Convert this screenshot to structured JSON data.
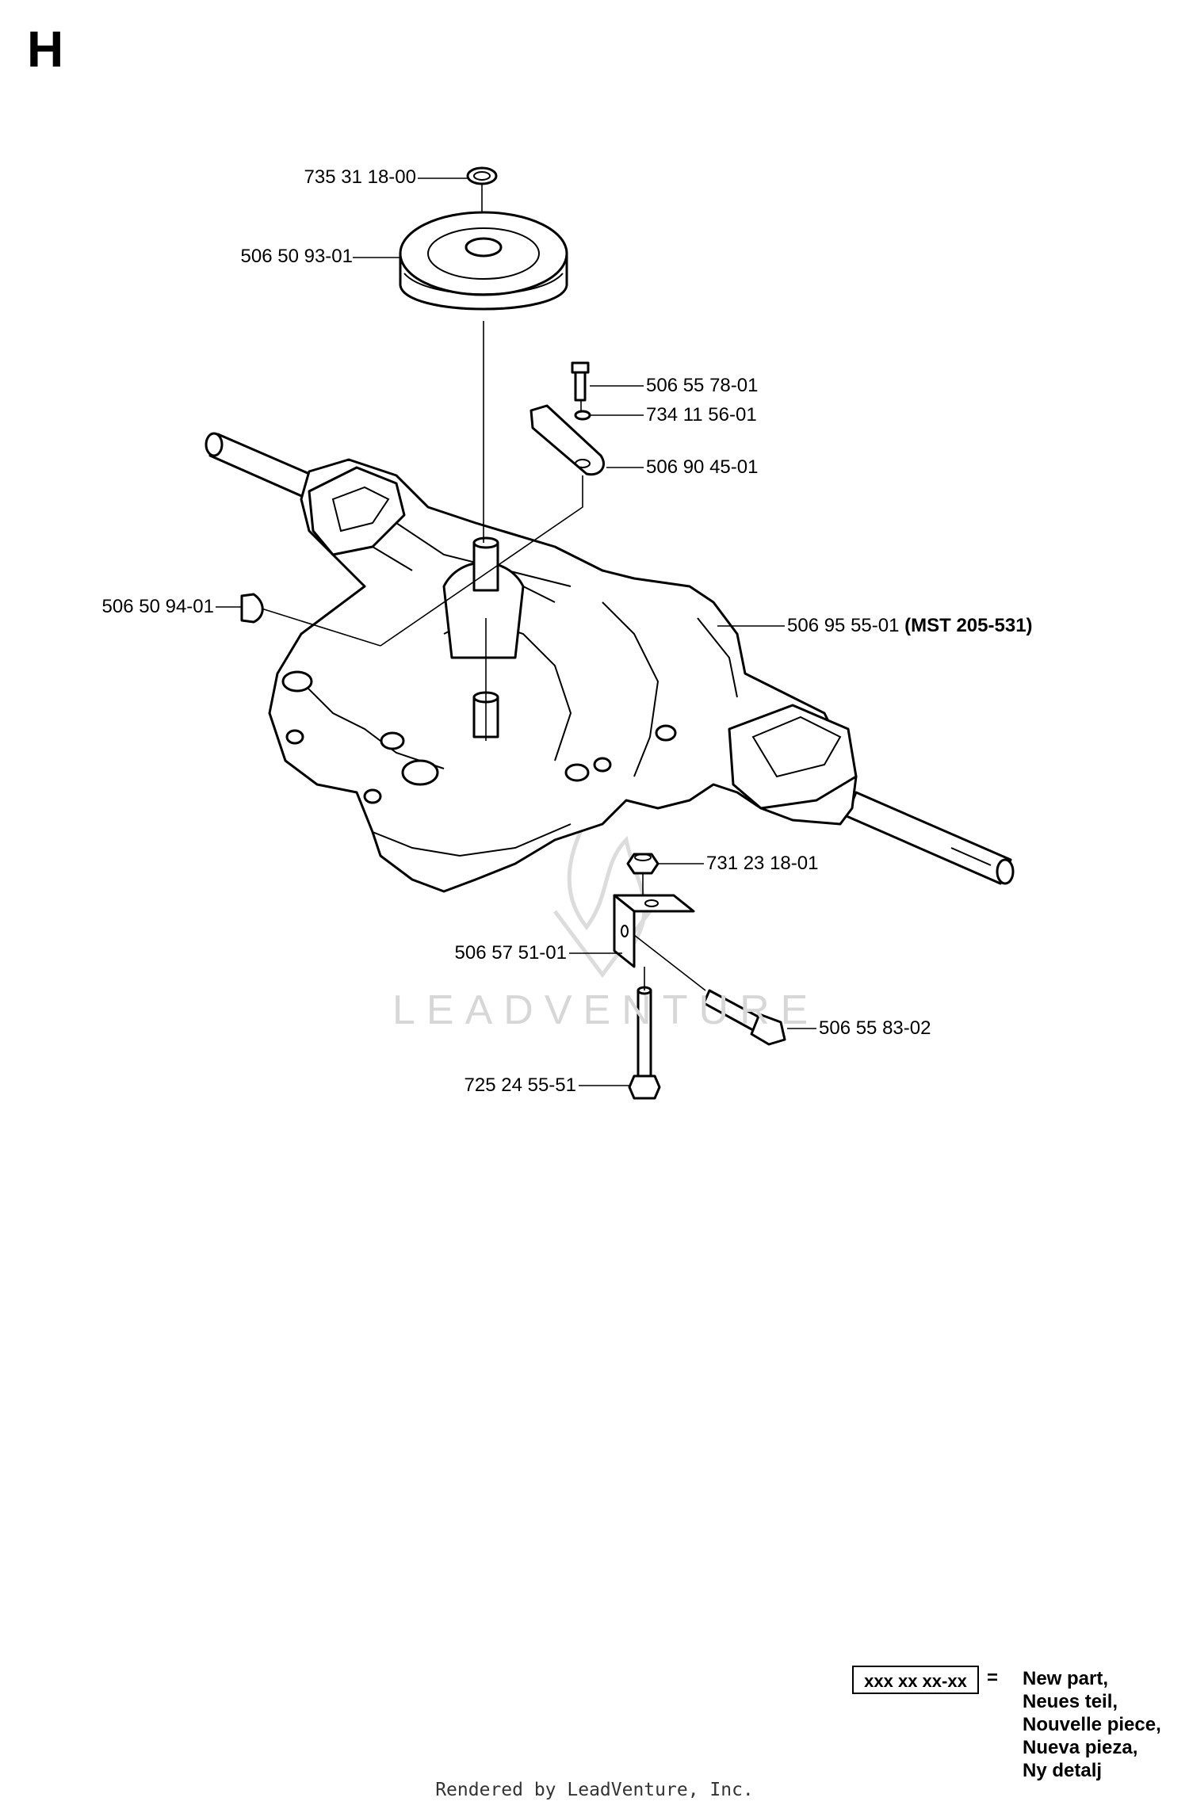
{
  "page": {
    "section_letter": "H",
    "footer": "Rendered by LeadVenture, Inc.",
    "watermark": "LEADVENTURE"
  },
  "parts": [
    {
      "id": "p1",
      "number": "735 31 18-00",
      "note": ""
    },
    {
      "id": "p2",
      "number": "506 50 93-01",
      "note": ""
    },
    {
      "id": "p3",
      "number": "506 55 78-01",
      "note": ""
    },
    {
      "id": "p4",
      "number": "734 11 56-01",
      "note": ""
    },
    {
      "id": "p5",
      "number": "506 90 45-01",
      "note": ""
    },
    {
      "id": "p6",
      "number": "506 50 94-01",
      "note": ""
    },
    {
      "id": "p7",
      "number": "506 95 55-01",
      "note": "(MST 205-531)"
    },
    {
      "id": "p8",
      "number": "731 23 18-01",
      "note": ""
    },
    {
      "id": "p9",
      "number": "506 57 51-01",
      "note": ""
    },
    {
      "id": "p10",
      "number": "506 55 83-02",
      "note": ""
    },
    {
      "id": "p11",
      "number": "725 24 55-51",
      "note": ""
    }
  ],
  "legend": {
    "code": "xxx xx xx-xx",
    "equals": "=",
    "lines": [
      "New part,",
      "Neues teil,",
      "Nouvelle piece,",
      "Nueva pieza,",
      "Ny detalj"
    ]
  }
}
